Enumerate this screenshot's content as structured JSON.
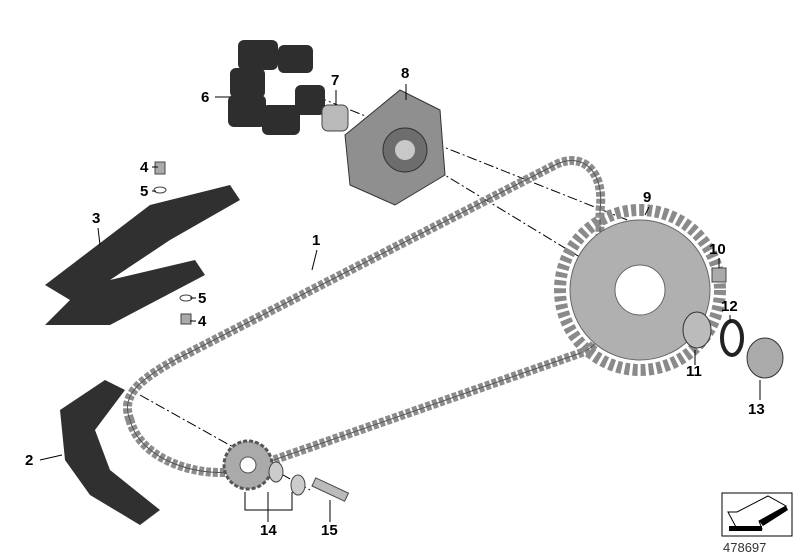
{
  "diagram": {
    "part_numbers": [
      "1",
      "2",
      "3",
      "4",
      "4",
      "5",
      "5",
      "6",
      "7",
      "8",
      "9",
      "10",
      "11",
      "12",
      "13",
      "14",
      "15"
    ],
    "drawing_number": "478697",
    "icon": "direction-arrow-icon",
    "colors": {
      "part_dark": "#2b2b2b",
      "part_metal": "#9a9a9a",
      "chain": "#8c8c8c",
      "line": "#000000"
    }
  }
}
